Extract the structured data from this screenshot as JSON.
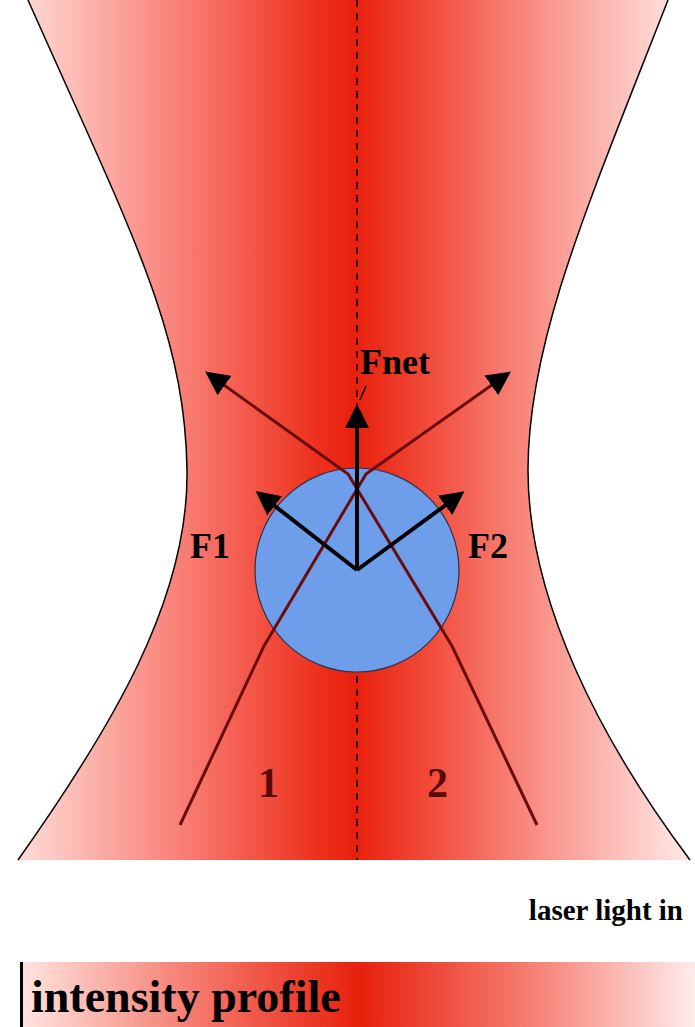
{
  "diagram": {
    "nodes": [
      {
        "text": [
          "intensity profile"
        ]
      }
    ],
    "labels": [
      "Fnet",
      "F1",
      "F2",
      "1",
      "2",
      "laser light in"
    ]
  }
}
